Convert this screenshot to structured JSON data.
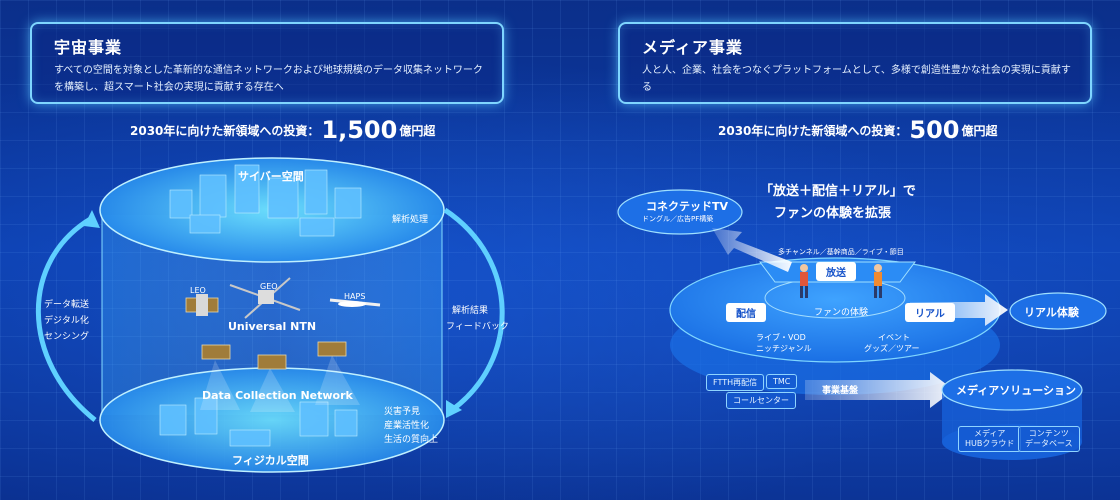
{
  "space": {
    "title": "宇宙事業",
    "description": "すべての空間を対象とした革新的な通信ネットワークおよび地球規模のデータ収集ネットワークを構築し、超スマート社会の実現に貢献する存在へ",
    "investment": {
      "prefix": "2030年に向けた新領域への投資：",
      "amount": "1,500",
      "unit": "億円超"
    },
    "labels": {
      "cyber": "サイバー空間",
      "physical": "フィジカル空間",
      "analysis": "解析処理",
      "feedback_1": "解析結果",
      "feedback_2": "フィードバック",
      "transfer_1": "データ転送",
      "transfer_2": "デジタル化",
      "transfer_3": "センシング",
      "disaster_1": "災害予見",
      "disaster_2": "産業活性化",
      "disaster_3": "生活の質向上",
      "ntn": "Universal NTN",
      "dcn": "Data Collection Network",
      "leo": "LEO",
      "geo": "GEO",
      "haps": "HAPS"
    }
  },
  "media": {
    "title": "メディア事業",
    "description": "人と人、企業、社会をつなぐプラットフォームとして、多様で創造性豊かな社会の実現に貢献する",
    "investment": {
      "prefix": "2030年に向けた新領域への投資：",
      "amount": "500",
      "unit": "億円超"
    },
    "headline_1": "「放送＋配信＋リアル」で",
    "headline_2": "ファンの体験を拡張",
    "connected_tv": "コネクテッドTV",
    "connected_tv_sub": "ドングル／広告PF構築",
    "multi_channel": "多チャンネル／基幹商品／ライブ・節目",
    "broadcast": "放送",
    "distribution": "配信",
    "real": "リアル",
    "fan_experience": "ファンの体験",
    "real_experience": "リアル体験",
    "live_vod_1": "ライブ・VOD",
    "live_vod_2": "ニッチジャンル",
    "event_1": "イベント",
    "event_2": "グッズ／ツアー",
    "ftth": "FTTH再配信",
    "tmc": "TMC",
    "call_center": "コールセンター",
    "business_base": "事業基盤",
    "media_solution": "メディアソリューション",
    "hub_1": "メディア",
    "hub_2": "HUBクラウド",
    "db_1": "コンテンツ",
    "db_2": "データベース"
  },
  "colors": {
    "accent": "#7fd6ff",
    "panel_bg": "#0a3aa8",
    "pill_text": "#1552c9"
  }
}
